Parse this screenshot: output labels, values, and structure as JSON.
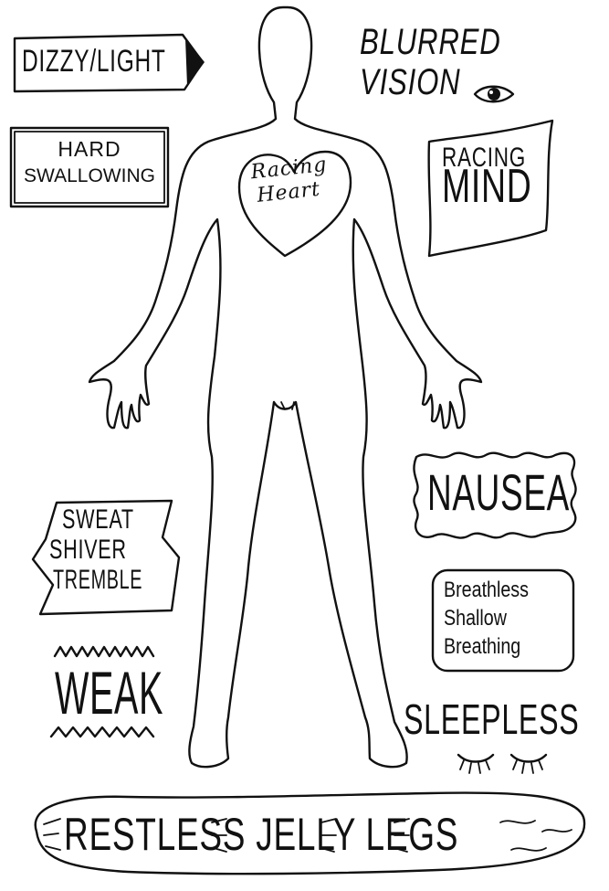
{
  "labels": {
    "dizzy": "DIZZY/LIGHT",
    "blurred_1": "BLURRED",
    "blurred_2": "VISION",
    "hard_1": "HARD",
    "hard_2": "SWALLOWING",
    "racing_heart_1": "Racing",
    "racing_heart_2": "Heart",
    "racing_mind_1": "RACING",
    "racing_mind_2": "MIND",
    "nausea": "NAUSEA",
    "sweat_1": "SWEAT",
    "sweat_2": "SHIVER",
    "sweat_3": "TREMBLE",
    "breath_1": "Breathless",
    "breath_2": "Shallow",
    "breath_3": "Breathing",
    "weak": "WEAK",
    "sleepless": "SLEEPLESS",
    "legs": "RESTLESS JELLY LEGS"
  },
  "icons": {
    "eye": "eye-icon",
    "closed_eyes": "closed-eyes-icon",
    "heart": "heart-icon"
  },
  "colors": {
    "ink": "#111111",
    "paper": "#ffffff"
  }
}
